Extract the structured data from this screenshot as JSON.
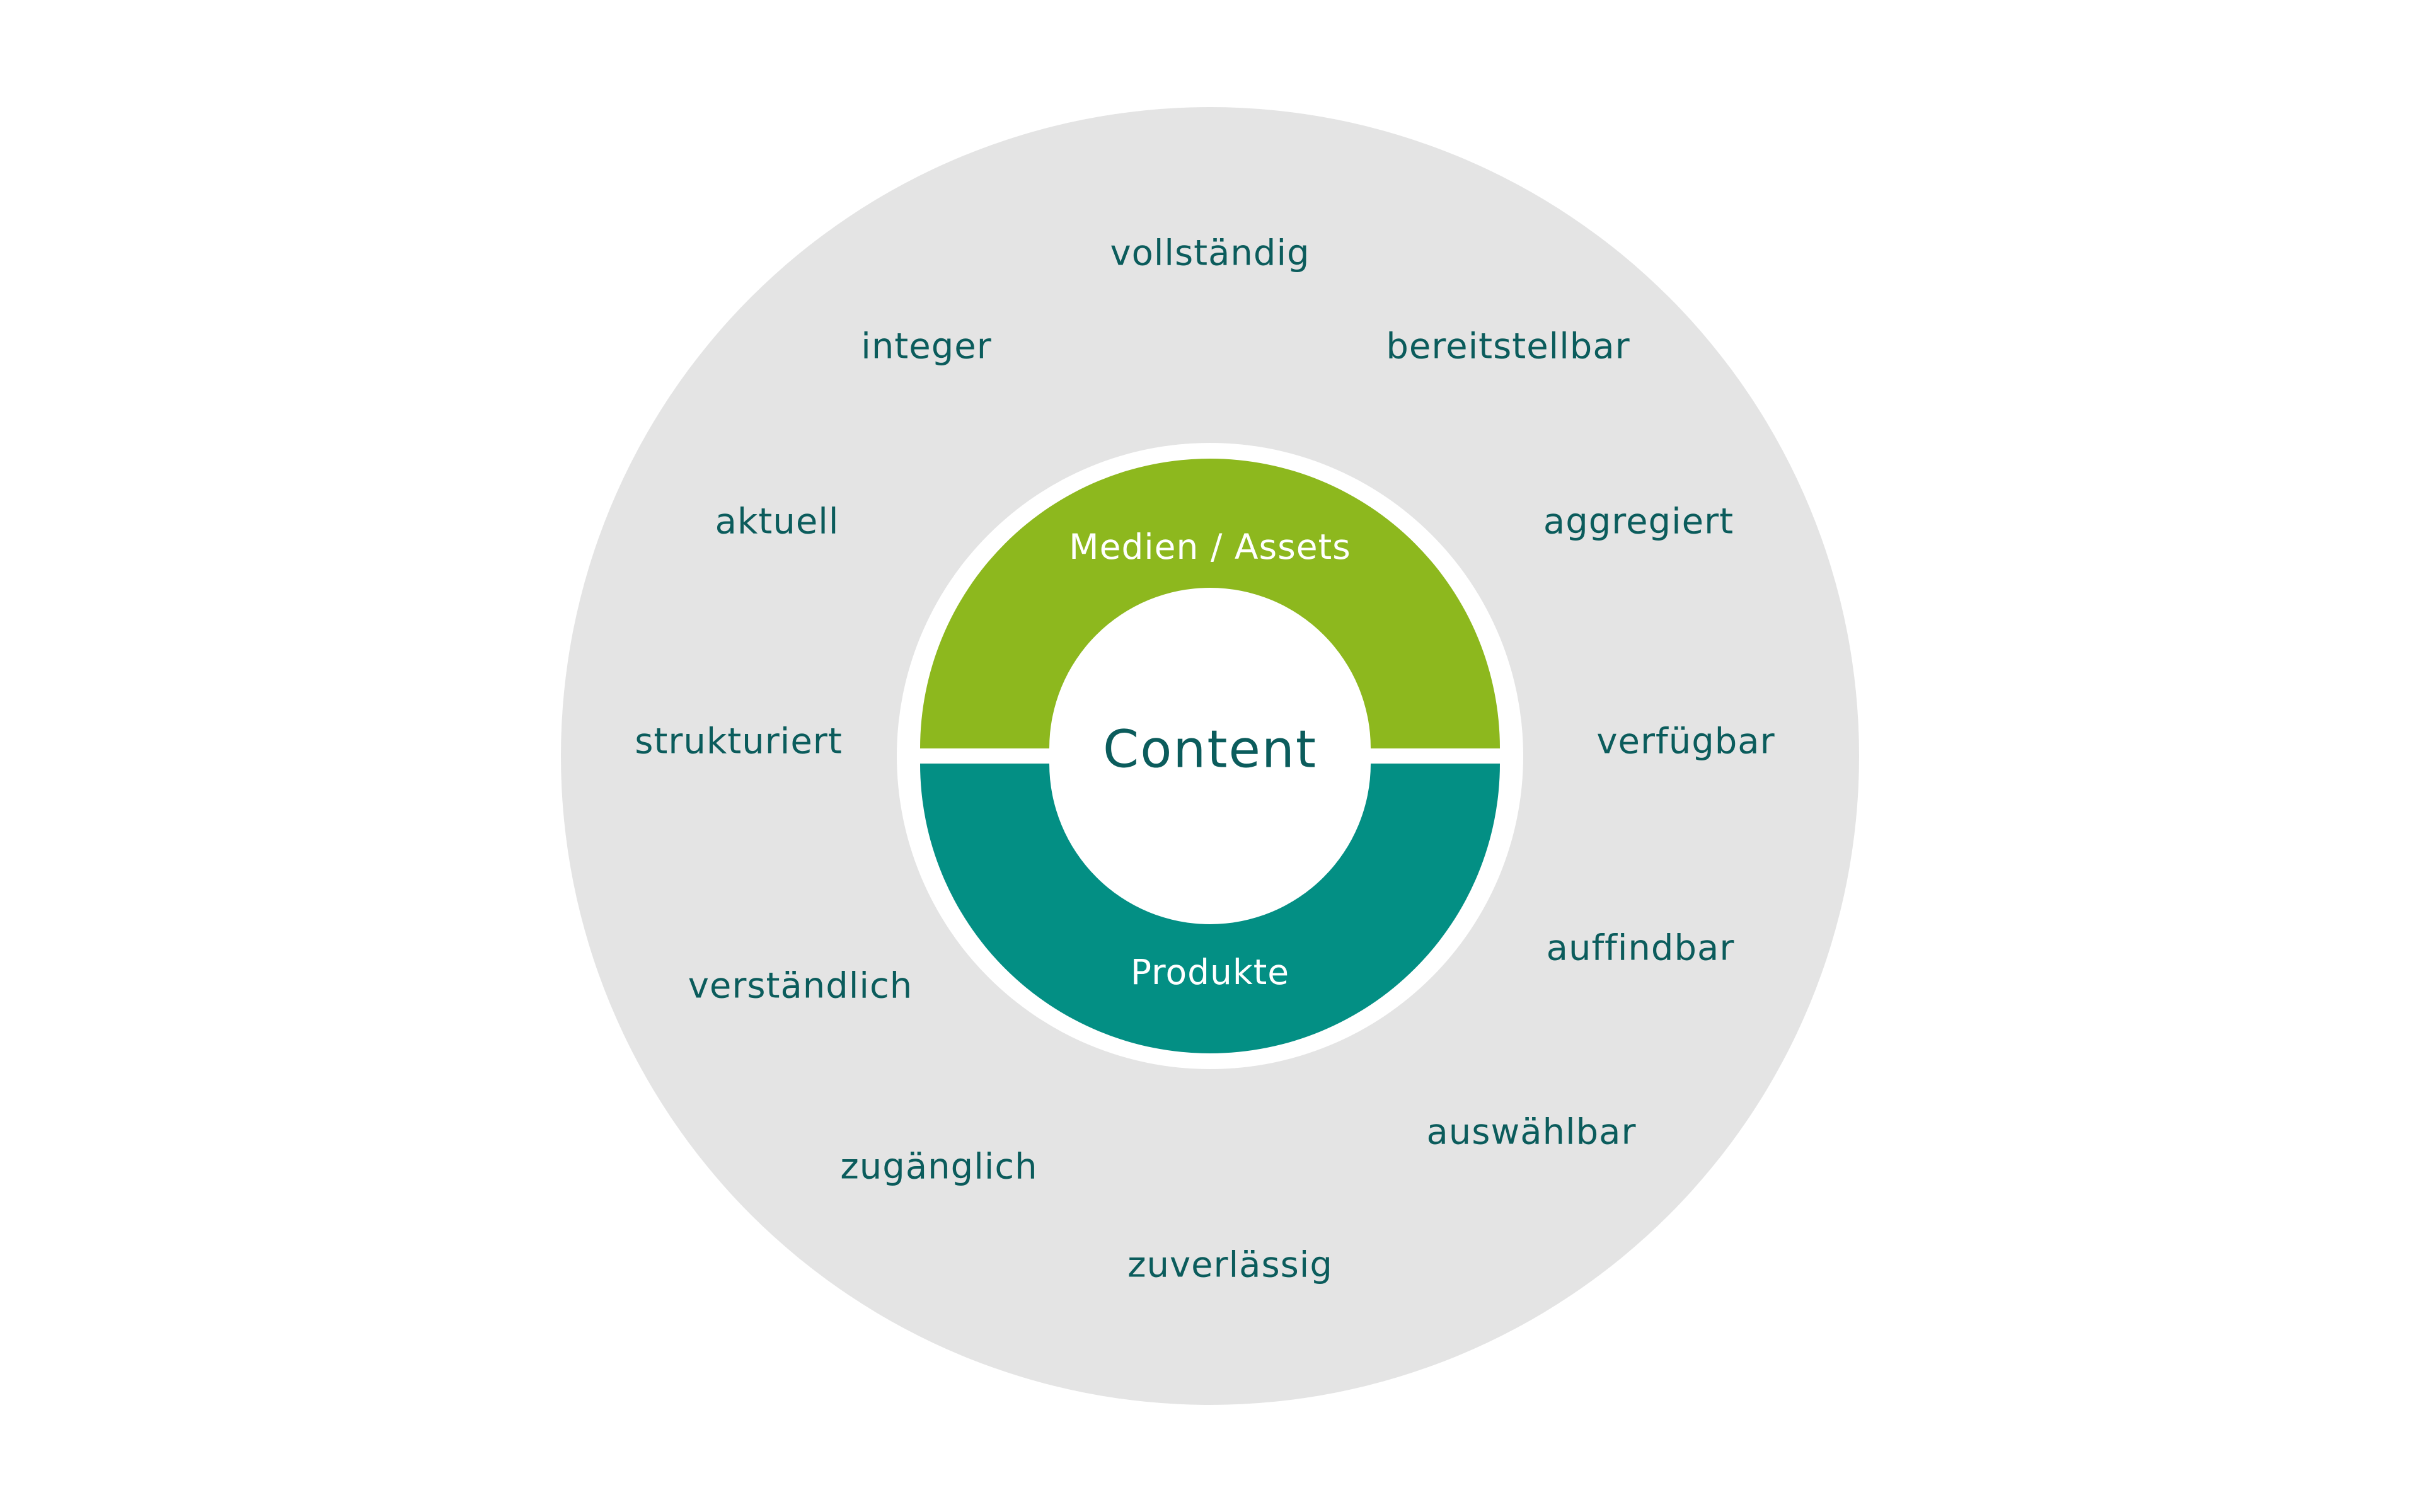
{
  "diagram": {
    "center_label": "Content",
    "segments": {
      "top": {
        "label": "Medien / Assets"
      },
      "bottom": {
        "label": "Produkte"
      }
    },
    "attributes": [
      "vollständig",
      "integer",
      "bereitstellbar",
      "aktuell",
      "aggregiert",
      "strukturiert",
      "verfügbar",
      "verständlich",
      "auffindbar",
      "zugänglich",
      "auswählbar",
      "zuverlässig"
    ]
  },
  "colors": {
    "outer_circle": "#e4e4e4",
    "ring_gap": "#ffffff",
    "segment_top": "#8db81e",
    "segment_bottom": "#038f84",
    "text_primary": "#0b5c5c",
    "segment_text": "#ffffff",
    "background": "#ffffff"
  }
}
